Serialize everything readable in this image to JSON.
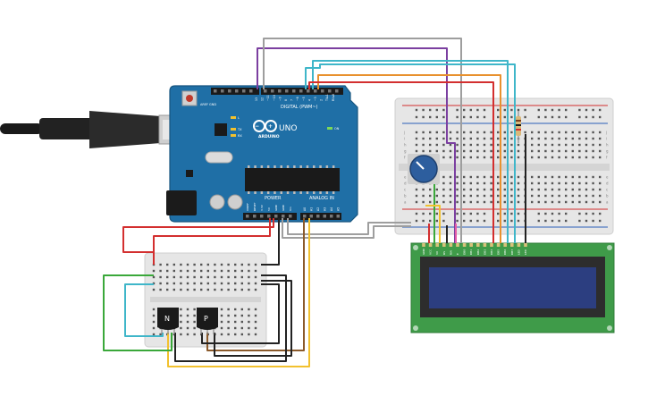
{
  "arduino": {
    "brand_label": "ARDUINO",
    "model_label": "UNO",
    "digital_label": "DIGITAL (PWM~)",
    "power_label": "POWER",
    "analog_label": "ANALOG IN",
    "on_label": "ON",
    "tx_label": "TX",
    "rx_label": "RX",
    "l_label": "L",
    "aref_label": "AREF",
    "gnd_label": "GND",
    "digital_pins": [
      "13",
      "12",
      "~11",
      "~10",
      "~9",
      "8",
      "7",
      "~6",
      "~5",
      "4",
      "~3",
      "2",
      "TX▸1",
      "RX◂0"
    ],
    "power_pins": [
      "IOREF",
      "RESET",
      "3.3V",
      "5V",
      "GND",
      "GND",
      "Vin"
    ],
    "analog_pins": [
      "A0",
      "A1",
      "A2",
      "A3",
      "A4",
      "A5"
    ]
  },
  "lcd": {
    "pin_labels": [
      "GND",
      "VCC",
      "V0",
      "RS",
      "RW",
      "E",
      "DB0",
      "DB1",
      "DB2",
      "DB3",
      "DB4",
      "DB5",
      "DB6",
      "DB7",
      "LED",
      "LED"
    ]
  },
  "sensors": {
    "left_label": "N",
    "right_label": "P"
  },
  "breadboard": {
    "row_letters": [
      "a",
      "b",
      "c",
      "d",
      "e",
      "f",
      "g",
      "h",
      "i",
      "j"
    ]
  },
  "colors": {
    "arduino_blue": "#1f6fa6",
    "wire_red": "#d32f2f",
    "wire_purple": "#7b3fa0",
    "wire_grey": "#9e9e9e",
    "wire_cyan": "#3fb6c9",
    "wire_orange": "#e8912e",
    "wire_yellow": "#f2c12e",
    "wire_green": "#3aa83a",
    "wire_black": "#222222",
    "wire_brown": "#8b5a2b",
    "lcd_green": "#3f9b49",
    "lcd_screen": "#2c3e80",
    "pot_blue": "#2d5e9e"
  }
}
